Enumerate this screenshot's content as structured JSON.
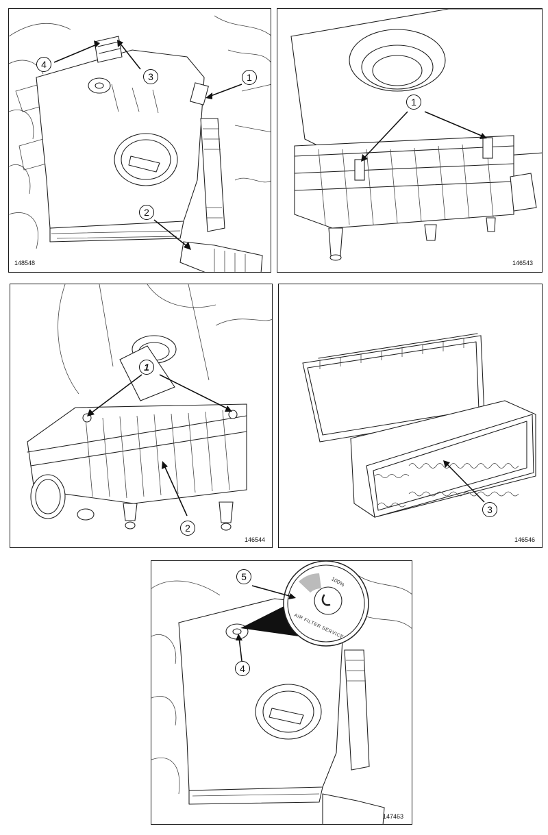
{
  "panels": [
    {
      "id": "panel-1",
      "ref": "148548",
      "callouts": [
        "1",
        "2",
        "3",
        "4"
      ]
    },
    {
      "id": "panel-2",
      "ref": "146543",
      "callouts": [
        "1"
      ]
    },
    {
      "id": "panel-3",
      "ref": "146544",
      "callouts": [
        "1",
        "2"
      ]
    },
    {
      "id": "panel-4",
      "ref": "146546",
      "callouts": [
        "3"
      ]
    },
    {
      "id": "panel-5",
      "ref": "147463",
      "callouts": [
        "5",
        "4"
      ]
    }
  ],
  "dial": {
    "percent": "100%",
    "label": "AIR FILTER SERVICE"
  }
}
